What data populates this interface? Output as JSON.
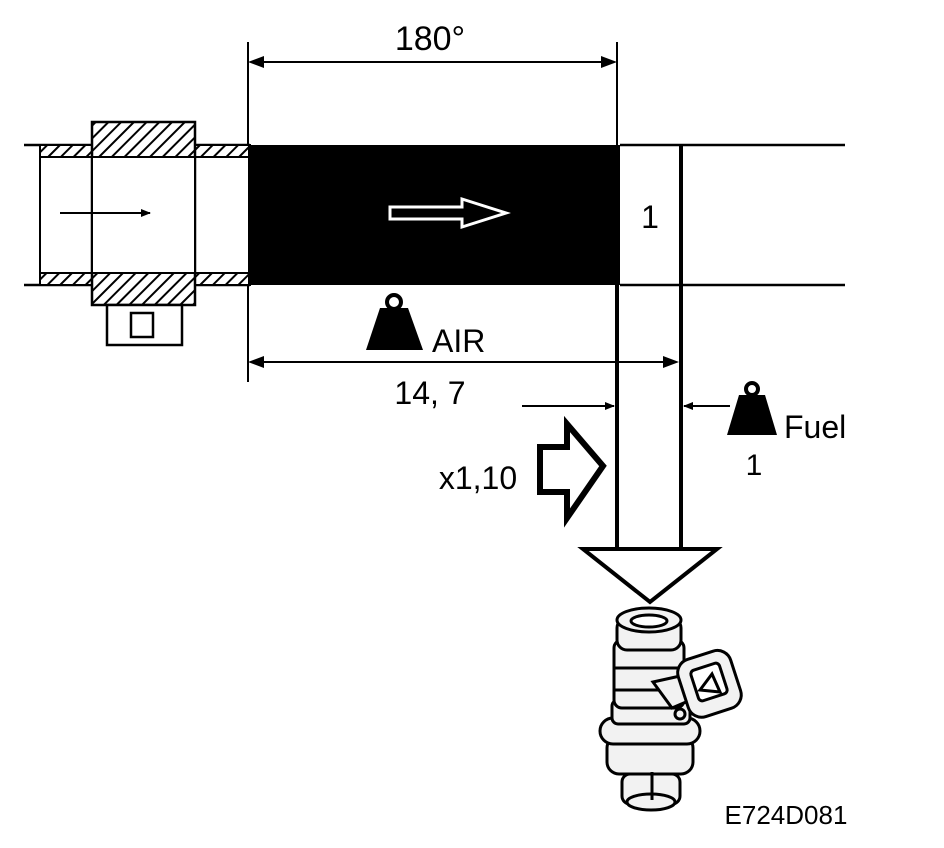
{
  "labels": {
    "angle": "180°",
    "cylinder_number": "1",
    "air": "AIR",
    "air_ratio": "14, 7",
    "multiplier": "x1,10",
    "fuel": "Fuel",
    "fuel_ratio": "1",
    "figure_code": "E724D081"
  },
  "colors": {
    "ink": "#000000",
    "paper": "#ffffff",
    "injector_fill": "#f2f2f2"
  }
}
